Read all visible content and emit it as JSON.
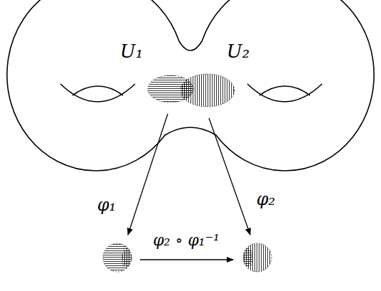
{
  "diagram": {
    "labels": [
      "U₁",
      "U₂",
      "φ₁",
      "φ₂",
      "φ₂ ∘ φ₁⁻¹"
    ]
  }
}
